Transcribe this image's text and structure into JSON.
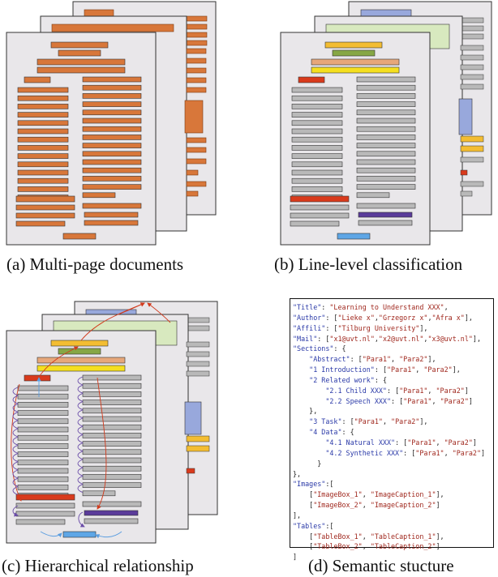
{
  "captions": {
    "a": "(a)  Multi-page documents",
    "b": "(b)  Line-level classification",
    "c": "(c)  Hierarchical relationship",
    "d": "(d)  Semantic stucture"
  },
  "colors": {
    "page_fill": "#e9e7ea",
    "orange": "#d8773a",
    "gray_line": "#b9b9b9",
    "red": "#d93a1c",
    "yellow": "#f5df1f",
    "gold": "#f3bd32",
    "green": "#86a745",
    "light_green": "#d8e9bf",
    "peach": "#e7a77a",
    "blue_box": "#98a8dc",
    "purple": "#5a3b9a",
    "light_blue": "#5ea6e6",
    "arrow_red": "#d23a1c",
    "arrow_purple": "#6a4ca8",
    "arrow_blue": "#5a9de0"
  },
  "semantic_json": [
    {
      "indent": "",
      "parts": [
        {
          "t": "\"Title\"",
          "c": "k"
        },
        {
          "t": ": ",
          "c": "p"
        },
        {
          "t": "\"Learning to Understand XXX\"",
          "c": "s"
        },
        {
          "t": ",",
          "c": "p"
        }
      ]
    },
    {
      "indent": "",
      "parts": [
        {
          "t": "\"Author\"",
          "c": "k"
        },
        {
          "t": ": [",
          "c": "p"
        },
        {
          "t": "\"Lieke x\"",
          "c": "s"
        },
        {
          "t": ",",
          "c": "p"
        },
        {
          "t": "\"Grzegorz x\"",
          "c": "s"
        },
        {
          "t": ",",
          "c": "p"
        },
        {
          "t": "\"Afra x\"",
          "c": "s"
        },
        {
          "t": "],",
          "c": "p"
        }
      ]
    },
    {
      "indent": "",
      "parts": [
        {
          "t": "\"Affili\"",
          "c": "k"
        },
        {
          "t": ": [",
          "c": "p"
        },
        {
          "t": "\"Tilburg University\"",
          "c": "s"
        },
        {
          "t": "],",
          "c": "p"
        }
      ]
    },
    {
      "indent": "",
      "parts": [
        {
          "t": "\"Mail\"",
          "c": "k"
        },
        {
          "t": ": [",
          "c": "p"
        },
        {
          "t": "\"x1@uvt.nl\"",
          "c": "s"
        },
        {
          "t": ",",
          "c": "p"
        },
        {
          "t": "\"x2@uvt.nl\"",
          "c": "s"
        },
        {
          "t": ",",
          "c": "p"
        },
        {
          "t": "\"x3@uvt.nl\"",
          "c": "s"
        },
        {
          "t": "],",
          "c": "p"
        }
      ]
    },
    {
      "indent": "",
      "parts": [
        {
          "t": "\"Sections\"",
          "c": "k"
        },
        {
          "t": ": {",
          "c": "p"
        }
      ]
    },
    {
      "indent": "    ",
      "parts": [
        {
          "t": "\"Abstract\"",
          "c": "k"
        },
        {
          "t": ": [",
          "c": "p"
        },
        {
          "t": "\"Para1\"",
          "c": "s"
        },
        {
          "t": ", ",
          "c": "p"
        },
        {
          "t": "\"Para2\"",
          "c": "s"
        },
        {
          "t": "],",
          "c": "p"
        }
      ]
    },
    {
      "indent": "    ",
      "parts": [
        {
          "t": "\"1 Introduction\"",
          "c": "k"
        },
        {
          "t": ": [",
          "c": "p"
        },
        {
          "t": "\"Para1\"",
          "c": "s"
        },
        {
          "t": ", ",
          "c": "p"
        },
        {
          "t": "\"Para2\"",
          "c": "s"
        },
        {
          "t": "],",
          "c": "p"
        }
      ]
    },
    {
      "indent": "    ",
      "parts": [
        {
          "t": "\"2 Related work\"",
          "c": "k"
        },
        {
          "t": ": {",
          "c": "p"
        }
      ]
    },
    {
      "indent": "        ",
      "parts": [
        {
          "t": "\"2.1 Child XXX\"",
          "c": "k"
        },
        {
          "t": ": [",
          "c": "p"
        },
        {
          "t": "\"Para1\"",
          "c": "s"
        },
        {
          "t": ", ",
          "c": "p"
        },
        {
          "t": "\"Para2\"",
          "c": "s"
        },
        {
          "t": "]",
          "c": "p"
        }
      ]
    },
    {
      "indent": "        ",
      "parts": [
        {
          "t": "\"2.2 Speech XXX\"",
          "c": "k"
        },
        {
          "t": ": [",
          "c": "p"
        },
        {
          "t": "\"Para1\"",
          "c": "s"
        },
        {
          "t": ", ",
          "c": "p"
        },
        {
          "t": "\"Para2\"",
          "c": "s"
        },
        {
          "t": "]",
          "c": "p"
        }
      ]
    },
    {
      "indent": "    ",
      "parts": [
        {
          "t": "},",
          "c": "p"
        }
      ]
    },
    {
      "indent": "    ",
      "parts": [
        {
          "t": "\"3 Task\"",
          "c": "k"
        },
        {
          "t": ": [",
          "c": "p"
        },
        {
          "t": "\"Para1\"",
          "c": "s"
        },
        {
          "t": ", ",
          "c": "p"
        },
        {
          "t": "\"Para2\"",
          "c": "s"
        },
        {
          "t": "],",
          "c": "p"
        }
      ]
    },
    {
      "indent": "    ",
      "parts": [
        {
          "t": "\"4 Data\"",
          "c": "k"
        },
        {
          "t": ": {",
          "c": "p"
        }
      ]
    },
    {
      "indent": "        ",
      "parts": [
        {
          "t": "\"4.1 Natural XXX\"",
          "c": "k"
        },
        {
          "t": ": [",
          "c": "p"
        },
        {
          "t": "\"Para1\"",
          "c": "s"
        },
        {
          "t": ", ",
          "c": "p"
        },
        {
          "t": "\"Para2\"",
          "c": "s"
        },
        {
          "t": "]",
          "c": "p"
        }
      ]
    },
    {
      "indent": "        ",
      "parts": [
        {
          "t": "\"4.2 Synthetic XXX\"",
          "c": "k"
        },
        {
          "t": ": [",
          "c": "p"
        },
        {
          "t": "\"Para1\"",
          "c": "s"
        },
        {
          "t": ", ",
          "c": "p"
        },
        {
          "t": "\"Para2\"",
          "c": "s"
        },
        {
          "t": "]",
          "c": "p"
        }
      ]
    },
    {
      "indent": "      ",
      "parts": [
        {
          "t": "}",
          "c": "p"
        }
      ]
    },
    {
      "indent": "",
      "parts": [
        {
          "t": "},",
          "c": "p"
        }
      ]
    },
    {
      "indent": "",
      "parts": [
        {
          "t": "\"Images\"",
          "c": "k"
        },
        {
          "t": ":[",
          "c": "p"
        }
      ]
    },
    {
      "indent": "    ",
      "parts": [
        {
          "t": "[",
          "c": "p"
        },
        {
          "t": "\"ImageBox_1\"",
          "c": "s"
        },
        {
          "t": ", ",
          "c": "p"
        },
        {
          "t": "\"ImageCaption_1\"",
          "c": "s"
        },
        {
          "t": "],",
          "c": "p"
        }
      ]
    },
    {
      "indent": "    ",
      "parts": [
        {
          "t": "[",
          "c": "p"
        },
        {
          "t": "\"ImageBox_2\"",
          "c": "s"
        },
        {
          "t": ", ",
          "c": "p"
        },
        {
          "t": "\"ImageCaption_2\"",
          "c": "s"
        },
        {
          "t": "]",
          "c": "p"
        }
      ]
    },
    {
      "indent": "",
      "parts": [
        {
          "t": "],",
          "c": "p"
        }
      ]
    },
    {
      "indent": "",
      "parts": [
        {
          "t": "\"Tables\"",
          "c": "k"
        },
        {
          "t": ":[",
          "c": "p"
        }
      ]
    },
    {
      "indent": "    ",
      "parts": [
        {
          "t": "[",
          "c": "p"
        },
        {
          "t": "\"TableBox_1\"",
          "c": "s"
        },
        {
          "t": ", ",
          "c": "p"
        },
        {
          "t": "\"TableCaption_1\"",
          "c": "s"
        },
        {
          "t": "],",
          "c": "p"
        }
      ]
    },
    {
      "indent": "    ",
      "parts": [
        {
          "t": "[",
          "c": "p"
        },
        {
          "t": "\"TableBox_2\"",
          "c": "s"
        },
        {
          "t": ", ",
          "c": "p"
        },
        {
          "t": "\"TableCaption_2\"",
          "c": "s"
        },
        {
          "t": "]",
          "c": "p"
        }
      ]
    },
    {
      "indent": "",
      "parts": [
        {
          "t": "]",
          "c": "p"
        }
      ]
    }
  ]
}
